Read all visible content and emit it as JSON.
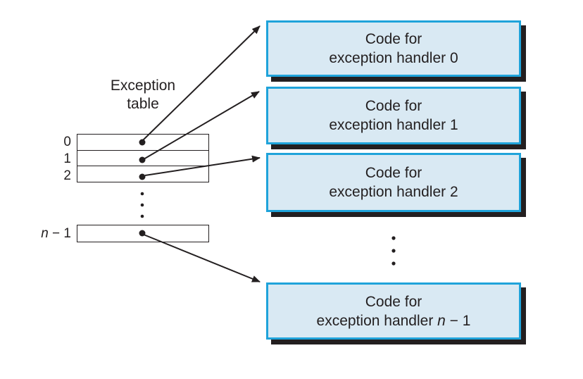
{
  "title": {
    "text": "Exception\ntable"
  },
  "table": {
    "rows": [
      {
        "label_var": "",
        "label_text": "0"
      },
      {
        "label_var": "",
        "label_text": "1"
      },
      {
        "label_var": "",
        "label_text": "2"
      },
      {
        "label_var": "n",
        "label_text": " − 1"
      }
    ]
  },
  "handlers": [
    {
      "line1": "Code for",
      "line2_text": "exception handler 0",
      "line2_var": "",
      "line2_suffix": ""
    },
    {
      "line1": "Code for",
      "line2_text": "exception handler 1",
      "line2_var": "",
      "line2_suffix": ""
    },
    {
      "line1": "Code for",
      "line2_text": "exception handler 2",
      "line2_var": "",
      "line2_suffix": ""
    },
    {
      "line1": "Code for",
      "line2_text": "exception handler ",
      "line2_var": "n",
      "line2_suffix": " − 1"
    }
  ],
  "colors": {
    "box-fill": "#d9e9f3",
    "box-border": "#1fa3da",
    "shadow": "#231f20",
    "line": "#231f20",
    "text": "#231f20",
    "background": "#ffffff"
  }
}
